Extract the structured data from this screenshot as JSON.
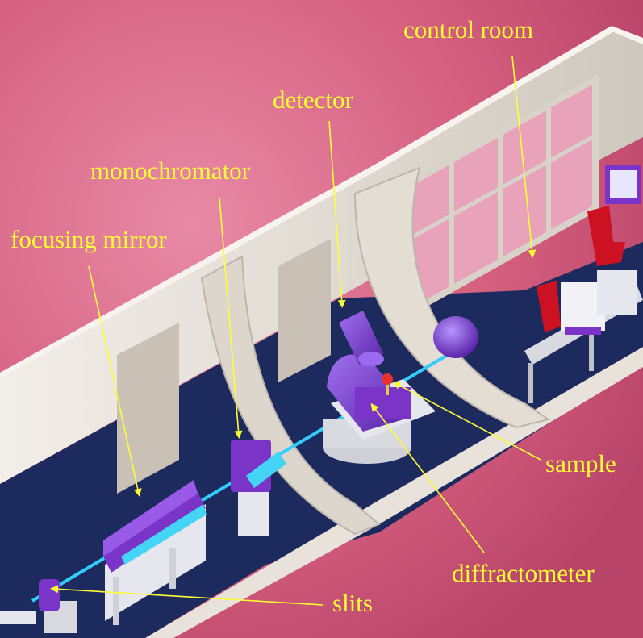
{
  "labels": {
    "control_room": "control room",
    "detector": "detector",
    "monochromator": "monochromator",
    "focusing_mirror": "focusing mirror",
    "sample": "sample",
    "diffractometer": "diffractometer",
    "slits": "slits"
  },
  "colors": {
    "background": "#D45E7E",
    "floor": "#1C2A5E",
    "wall": "#E8E2DA",
    "wall_shadow": "#BDB5AC",
    "instrument": "#7A34C8",
    "beam": "#33CCFF",
    "label_text": "#FFFF33",
    "chair": "#CC1122"
  }
}
